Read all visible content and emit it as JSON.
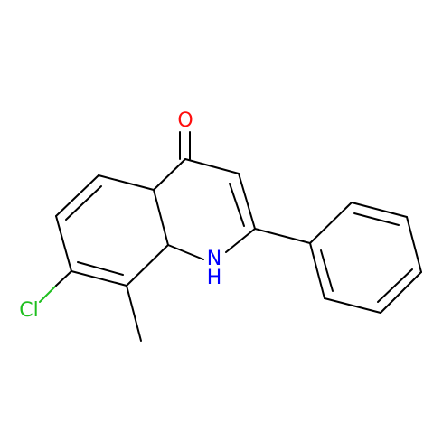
{
  "molecule": {
    "atom_labels": {
      "oxygen": "O",
      "nitrogen_h": "H",
      "nitrogen_n": "N",
      "chlorine": "Cl"
    },
    "colors": {
      "bond": "#000000",
      "oxygen": "#ff0d0d",
      "nitrogen": "#0000ff",
      "chlorine": "#1fbf1f",
      "background": "#ffffff"
    }
  }
}
